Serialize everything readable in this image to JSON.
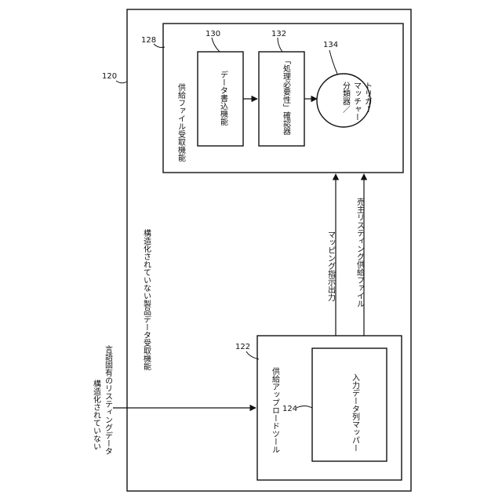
{
  "diagram": {
    "ref_system": "120",
    "ref_tool": "122",
    "ref_mapper": "124",
    "ref_receiver": "128",
    "ref_data_write": "130",
    "ref_checker": "132",
    "ref_classifier": "134",
    "input_label_line1": "構造化されていない",
    "input_label_line2": "言語固有のリスティングデータ",
    "system_label": "構造化されていない製品データ受取機能",
    "tool_label": "供給アップロードツール",
    "mapper_label": "入力データ列マッパー",
    "receiver_label": "供給ファイル受取機能",
    "data_write_label": "データ書込機能",
    "checker_label": "「処理必要性」確認器",
    "classifier_line1": "分類器／",
    "classifier_line2": "マッチャー",
    "classifier_line3": "トリガー",
    "arrow1_label": "マッピング指示出力",
    "arrow2_label": "売主リスティング供給ファイル"
  }
}
